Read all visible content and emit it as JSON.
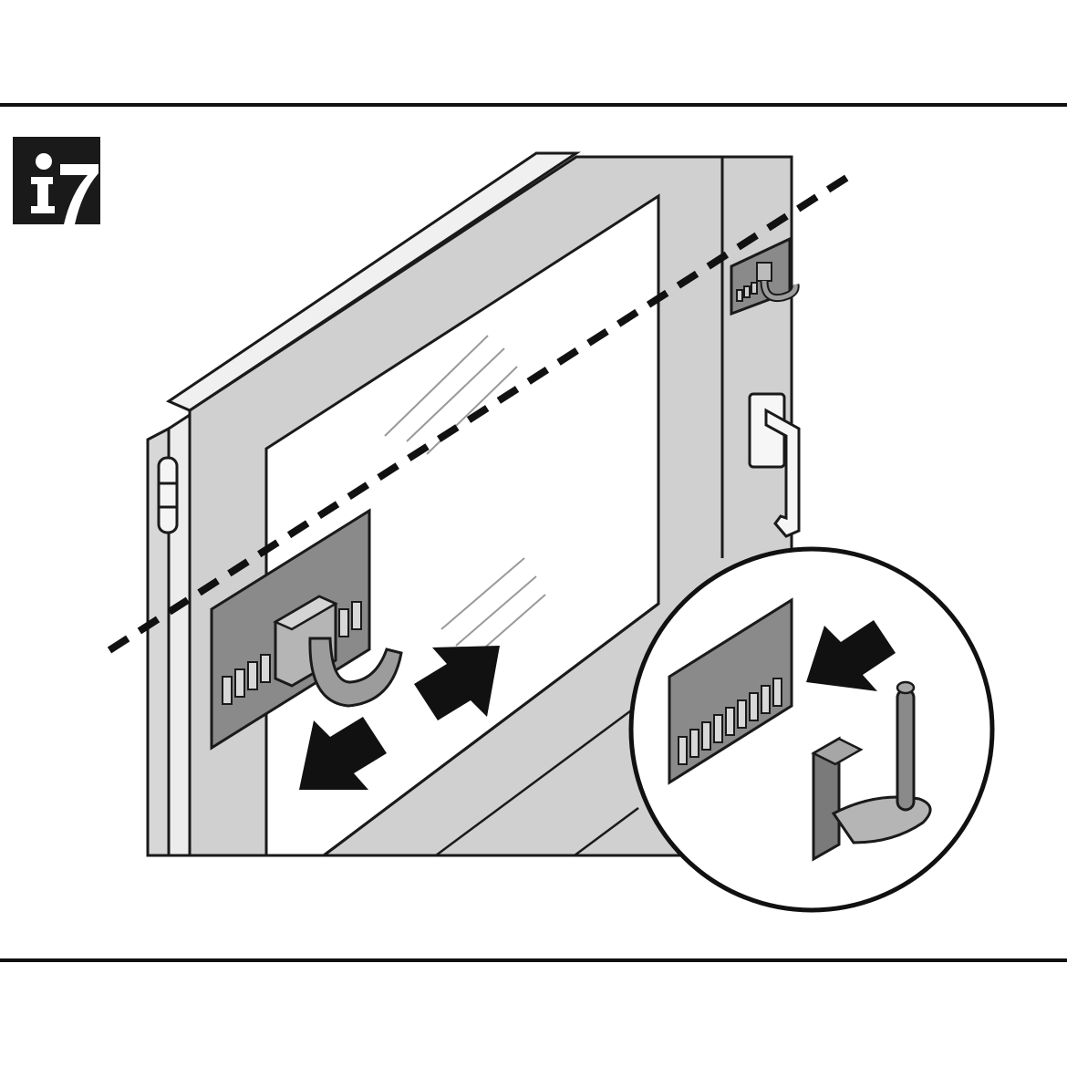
{
  "figure": {
    "info_icon": "info-pictogram-icon",
    "colors": {
      "line": "#1a1a1a",
      "frame_light": "#e6e6e6",
      "frame_mid": "#d2d2d2",
      "frame_dark": "#b9b9b9",
      "bracket": "#8a8a8a",
      "bracket_dark": "#5e5e5e",
      "arrow": "#111111"
    },
    "elements": [
      "window-sash",
      "dashed-alignment-line",
      "hook-bracket",
      "direction-arrows",
      "detail-callout"
    ]
  }
}
